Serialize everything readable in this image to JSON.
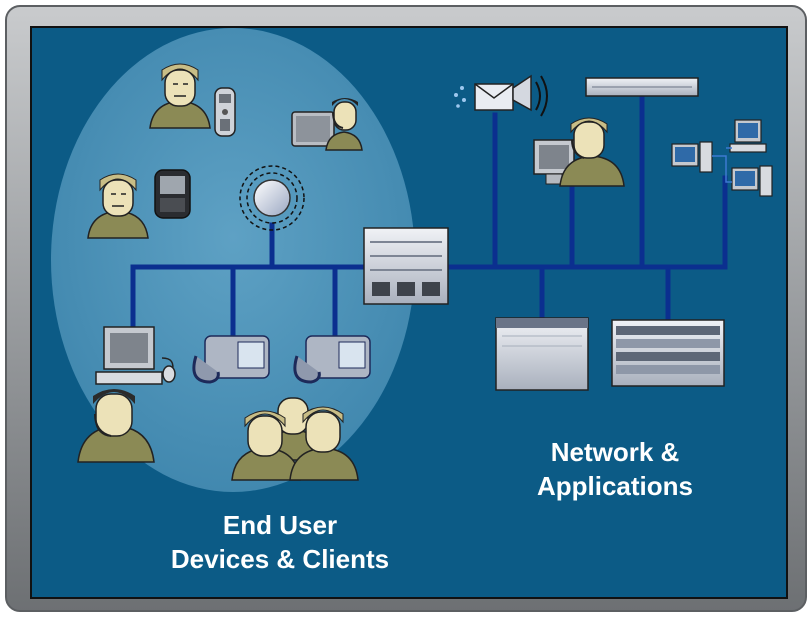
{
  "labels": {
    "end_user_line1": "End User",
    "end_user_line2": "Devices & Clients",
    "network_line1": "Network &",
    "network_line2": "Applications"
  },
  "colors": {
    "background_panel": "#0c5b86",
    "panel_border": "#1a1a1a",
    "frame_gray": "#9a9da0",
    "bubble": "#4d90b3",
    "network_line": "#0b2f8f",
    "person_skin": "#ece2b8",
    "person_shirt": "#8b8a55"
  },
  "icons": [
    "person-icon",
    "mobile-phone-icon",
    "person-headset-laptop-icon",
    "blackberry-icon",
    "wireless-access-point-icon",
    "computer-workstation-icon",
    "ip-phone-icon",
    "email-voice-icon",
    "rack-device-icon",
    "agent-headset-icon",
    "pc-cluster-icon",
    "router-icon",
    "server-icon",
    "server-rack-icon",
    "group-people-icon"
  ]
}
